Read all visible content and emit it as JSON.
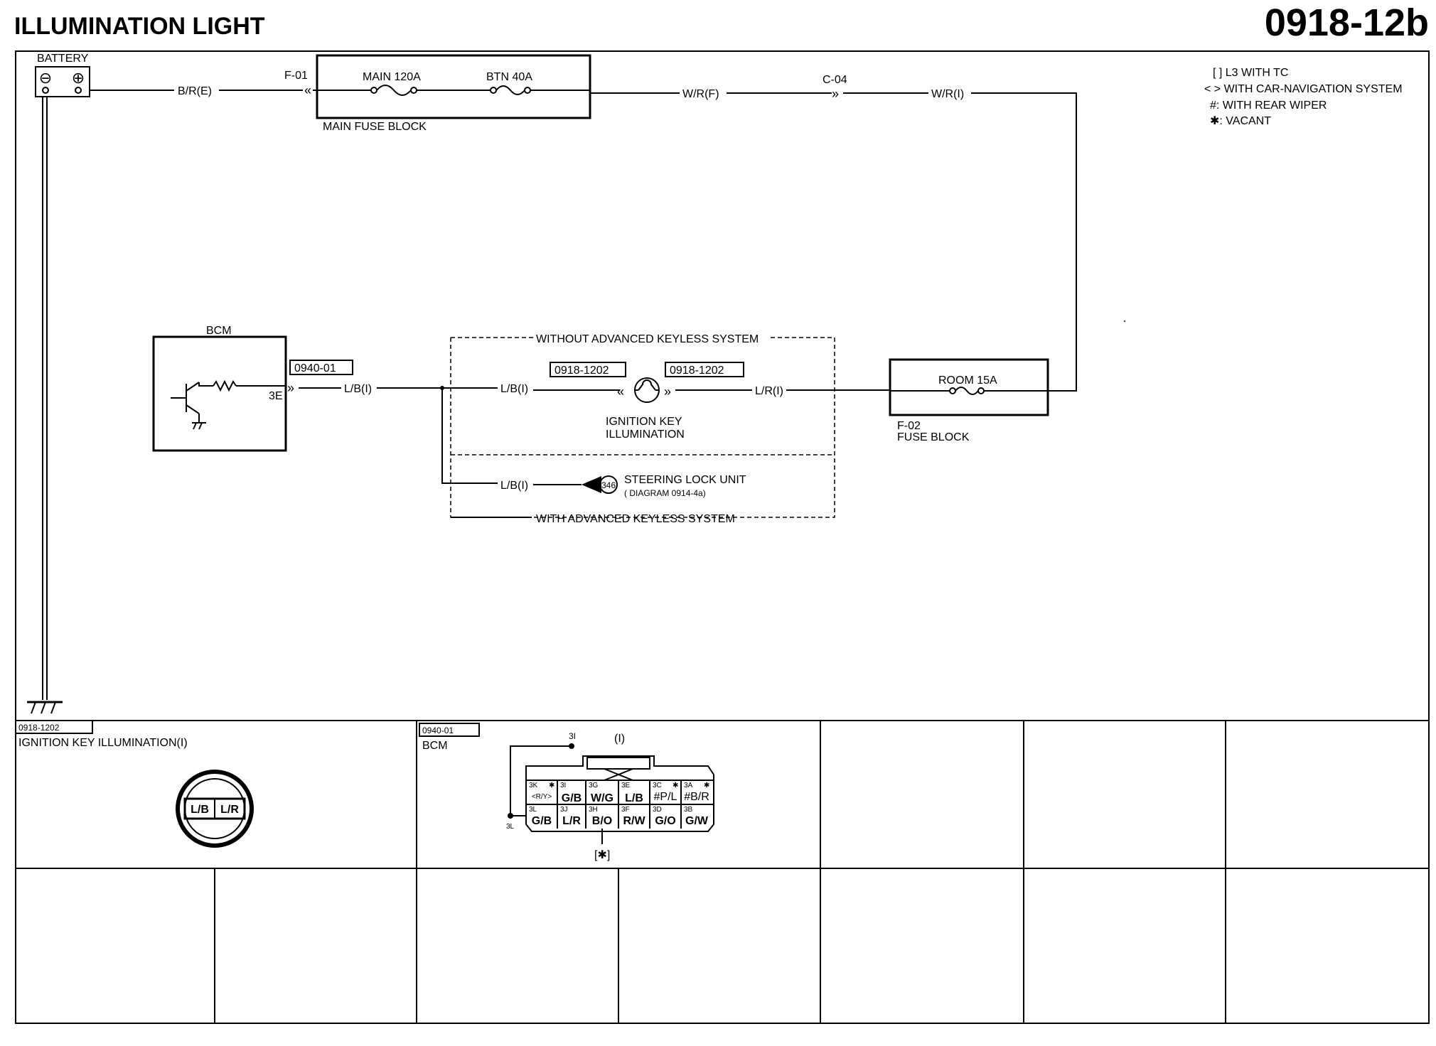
{
  "header": {
    "title": "ILLUMINATION LIGHT",
    "code": "0918-12b"
  },
  "legend": [
    "[ ] L3 WITH TC",
    "< > WITH CAR-NAVIGATION SYSTEM",
    "#: WITH REAR WIPER",
    "✱: VACANT"
  ],
  "battery": {
    "label": "BATTERY",
    "minus": "⊖",
    "plus": "⊕"
  },
  "wires": {
    "br_e": "B/R(E)",
    "wr_f": "W/R(F)",
    "wr_i": "W/R(I)",
    "lb_i_1": "L/B(I)",
    "lb_i_2": "L/B(I)",
    "lr_i": "L/R(I)",
    "lb_i_3": "L/B(I)"
  },
  "connectors": {
    "f01": "F-01",
    "c04": "C-04"
  },
  "main_fuse_block": {
    "label": "MAIN FUSE BLOCK",
    "fuse1": "MAIN 120A",
    "fuse2": "BTN 40A"
  },
  "bcm": {
    "label": "BCM",
    "pin": "3E",
    "tag": "0940-01"
  },
  "keyless": {
    "without": "WITHOUT ADVANCED KEYLESS SYSTEM",
    "with": "WITH  ADVANCED KEYLESS SYSTEM",
    "tag_left": "0918-1202",
    "tag_right": "0918-1202",
    "lamp_label_1": "IGNITION KEY",
    "lamp_label_2": "ILLUMINATION",
    "steering_ref": "346",
    "steering_1": "STEERING LOCK UNIT",
    "steering_2": "( DIAGRAM 0914-4a)"
  },
  "fuse_block": {
    "fuse": "ROOM 15A",
    "id": "F-02",
    "label": "FUSE BLOCK"
  },
  "cells": {
    "c1_tag": "0918-1202",
    "c1_title": "IGNITION KEY ILLUMINATION(I)",
    "c1_pins": [
      "L/B",
      "L/R"
    ],
    "c2_tag": "0940-01",
    "c2_title": "BCM",
    "c2_top_pin": "3I",
    "c2_top_mark": "(I)",
    "c2_left_pin": "3L",
    "c2_bottom": "[✱]",
    "c2_row1": [
      {
        "pin": "3K",
        "mark": "✱",
        "val": "<R/Y>"
      },
      {
        "pin": "3I",
        "mark": "",
        "val": "G/B"
      },
      {
        "pin": "3G",
        "mark": "",
        "val": "W/G"
      },
      {
        "pin": "3E",
        "mark": "",
        "val": "L/B"
      },
      {
        "pin": "3C",
        "mark": "✱",
        "val": "#P/L"
      },
      {
        "pin": "3A",
        "mark": "✱",
        "val": "#B/R"
      }
    ],
    "c2_row2": [
      {
        "pin": "3L",
        "mark": "",
        "val": "G/B"
      },
      {
        "pin": "3J",
        "mark": "",
        "val": "L/R"
      },
      {
        "pin": "3H",
        "mark": "",
        "val": "B/O"
      },
      {
        "pin": "3F",
        "mark": "",
        "val": "R/W"
      },
      {
        "pin": "3D",
        "mark": "",
        "val": "G/O"
      },
      {
        "pin": "3B",
        "mark": "",
        "val": "G/W"
      }
    ]
  }
}
